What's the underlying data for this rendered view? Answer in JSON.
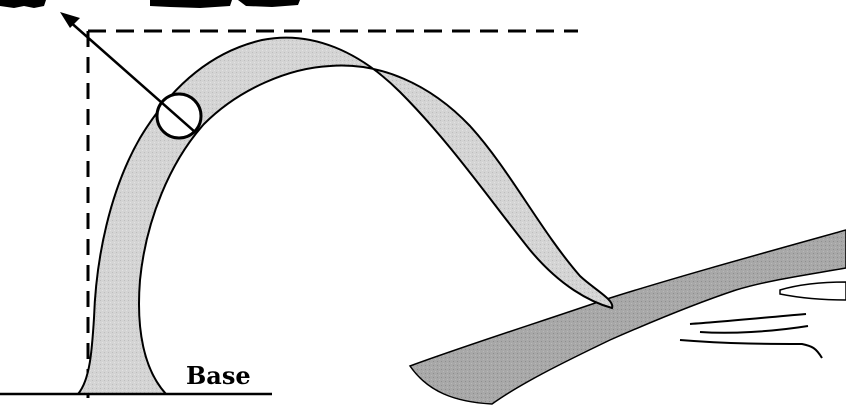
{
  "diagram": {
    "labels": {
      "base": "Base",
      "cut_off_top_text": ""
    },
    "colors": {
      "root_fill": "#d3d3d3",
      "branch_fill": "#a9a9a9",
      "stroke": "#000000",
      "background": "#ffffff"
    },
    "elements": {
      "measurement_circle": "circle-marker",
      "measurement_arrow": "diagonal-arrow",
      "reference_lines": "dashed-guides"
    }
  }
}
